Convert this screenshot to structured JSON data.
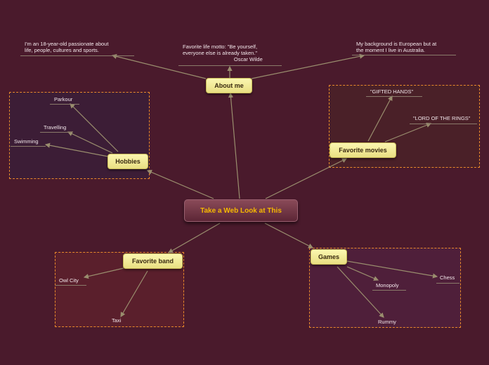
{
  "central": {
    "label": "Take a Web Look at This"
  },
  "branches": {
    "about": {
      "label": "About me"
    },
    "hobbies": {
      "label": "Hobbies"
    },
    "movies": {
      "label": "Favorite movies"
    },
    "band": {
      "label": "Favorite band"
    },
    "games": {
      "label": "Games"
    }
  },
  "leaves": {
    "about_intro": "I'm an 18-year-old passionate about\nlife, people, cultures and sports.",
    "about_motto": "Favorite life motto: \"Be yourself,\neveryone else is already taken.\"\n                                   Oscar Wilde",
    "about_background": "My background is European but at\nthe moment I live in Australia.",
    "parkour": "Parkour",
    "travelling": "Travelling",
    "swimming": "Swimming",
    "gifted_hands": "\"GIFTED HANDS\"",
    "lord_rings": "\"LORD OF THE RINGS\"",
    "owl_city": "Owl City",
    "taxi": "Taxi",
    "chess": "Chess",
    "monopoly": "Monopoly",
    "rummy": "Rummy"
  },
  "colors": {
    "background": "#4a1a2c",
    "box_border": "#e8892b",
    "connector": "#9a8e6e",
    "node_fill": "#f5eea0",
    "central_text": "#f5b800"
  }
}
